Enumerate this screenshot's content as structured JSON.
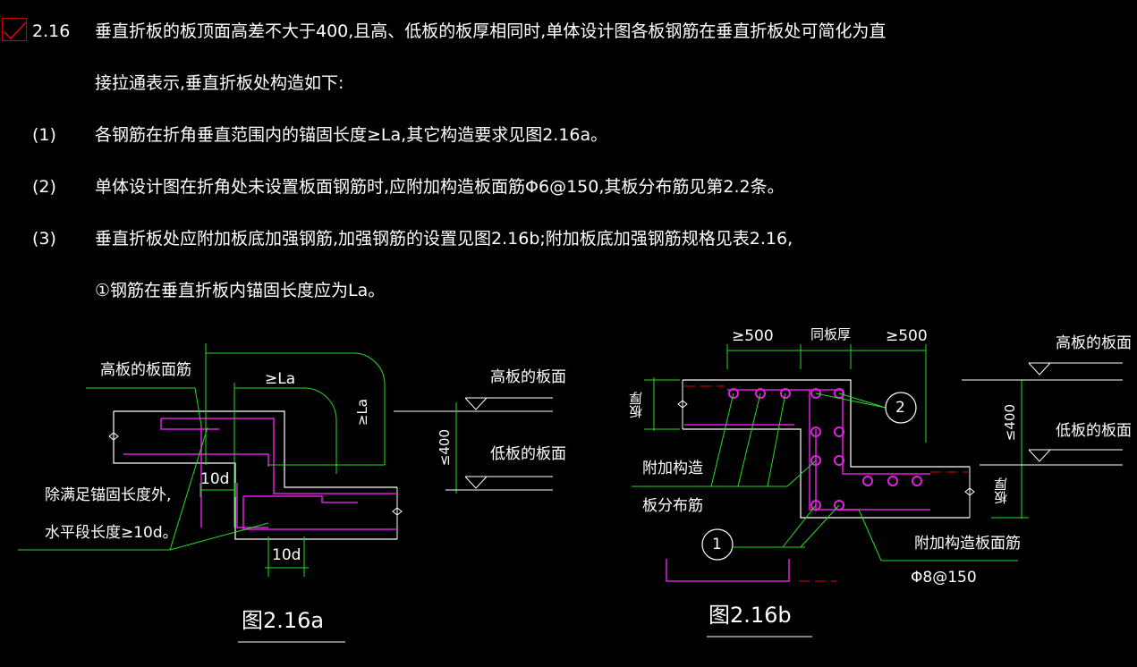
{
  "header": {
    "number": "2.16"
  },
  "paragraphs": [
    "垂直折板的板顶面高差不大于400,且高、低板的板厚相同时,单体设计图各板钢筋在垂直折板处可简化为直",
    "接拉通表示,垂直折板处构造如下:"
  ],
  "items": [
    {
      "num": "(1)",
      "text": "各钢筋在折角垂直范围内的锚固长度≥La,其它构造要求见图2.16a。"
    },
    {
      "num": "(2)",
      "text": "单体设计图在折角处未设置板面钢筋时,应附加构造板面筋Φ6@150,其板分布筋见第2.2条。"
    },
    {
      "num": "(3)",
      "text": "垂直折板处应附加板底加强钢筋,加强钢筋的设置见图2.16b;附加板底加强钢筋规格见表2.16,"
    }
  ],
  "subnote": "①钢筋在垂直折板内锚固长度应为La。",
  "fig_a": {
    "caption": "图2.16a",
    "labels": {
      "high_rebar": "高板的板面筋",
      "la_horizontal": "≥La",
      "la_vertical": "≥La",
      "high_surface": "高板的板面",
      "low_surface": "低板的板面",
      "diff": "≤400",
      "d10_top": "10d",
      "d10_bottom": "10d",
      "note_line1": "除满足锚固长度外,",
      "note_line2": "水平段长度≥10d。"
    }
  },
  "fig_b": {
    "caption": "图2.16b",
    "labels": {
      "dim_left": "≥500",
      "dim_mid": "同板厚",
      "dim_right": "≥500",
      "thick_top": "板厚",
      "thick_bottom": "板厚",
      "diff": "≤400",
      "high_surface": "高板的板面",
      "low_surface": "低板的板面",
      "dist_line1": "附加构造",
      "dist_line2": "板分布筋",
      "surface_rebar": "附加构造板面筋",
      "spec": "Φ8@150",
      "circle1": "1",
      "circle2": "2"
    }
  }
}
